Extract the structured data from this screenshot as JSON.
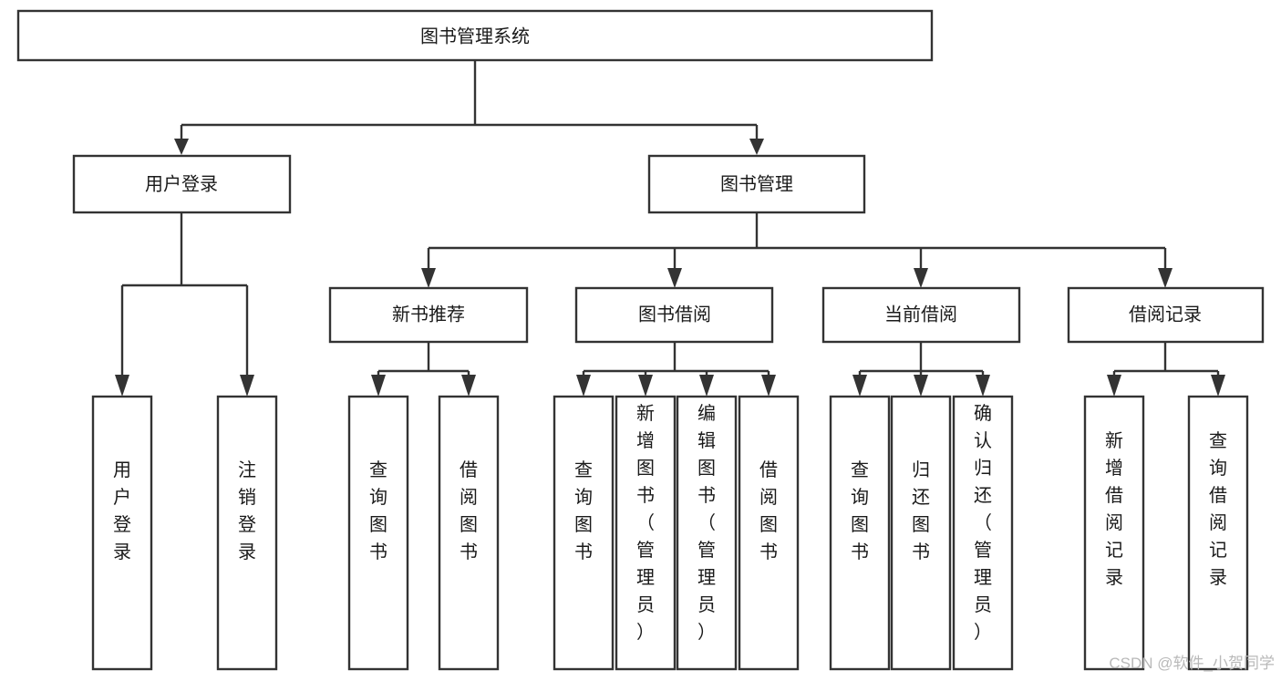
{
  "diagram": {
    "type": "tree",
    "title": "图书管理系统",
    "orientation": "top-down",
    "levels": 4,
    "root": {
      "id": "root",
      "label": "图书管理系统"
    },
    "level2": [
      {
        "id": "user-login",
        "label": "用户登录"
      },
      {
        "id": "book-manage",
        "label": "图书管理"
      }
    ],
    "level3": [
      {
        "id": "new-book-rec",
        "label": "新书推荐",
        "parent": "book-manage"
      },
      {
        "id": "book-borrow",
        "label": "图书借阅",
        "parent": "book-manage"
      },
      {
        "id": "current-borrow",
        "label": "当前借阅",
        "parent": "book-manage"
      },
      {
        "id": "borrow-record",
        "label": "借阅记录",
        "parent": "book-manage"
      }
    ],
    "leaves": [
      {
        "id": "leaf-user-login",
        "label": "用户登录",
        "parent": "user-login"
      },
      {
        "id": "leaf-logout",
        "label": "注销登录",
        "parent": "user-login"
      },
      {
        "id": "leaf-query-book-1",
        "label": "查询图书",
        "parent": "new-book-rec"
      },
      {
        "id": "leaf-borrow-book-1",
        "label": "借阅图书",
        "parent": "new-book-rec"
      },
      {
        "id": "leaf-query-book-2",
        "label": "查询图书",
        "parent": "book-borrow"
      },
      {
        "id": "leaf-add-book",
        "label": "新增图书（管理员）",
        "parent": "book-borrow"
      },
      {
        "id": "leaf-edit-book",
        "label": "编辑图书（管理员）",
        "parent": "book-borrow"
      },
      {
        "id": "leaf-borrow-book-2",
        "label": "借阅图书",
        "parent": "book-borrow"
      },
      {
        "id": "leaf-query-book-3",
        "label": "查询图书",
        "parent": "current-borrow"
      },
      {
        "id": "leaf-return-book",
        "label": "归还图书",
        "parent": "current-borrow"
      },
      {
        "id": "leaf-confirm-return",
        "label": "确认归还（管理员）",
        "parent": "current-borrow"
      },
      {
        "id": "leaf-add-record",
        "label": "新增借阅记录",
        "parent": "borrow-record"
      },
      {
        "id": "leaf-query-record",
        "label": "查询借阅记录",
        "parent": "borrow-record"
      }
    ],
    "colors": {
      "box_fill": "#ffffff",
      "box_stroke": "#333333",
      "text": "#1a1a1a",
      "connector": "#333333",
      "watermark": "#b9b9b9"
    }
  },
  "watermark": {
    "text": "CSDN @软件_小贺同学"
  }
}
